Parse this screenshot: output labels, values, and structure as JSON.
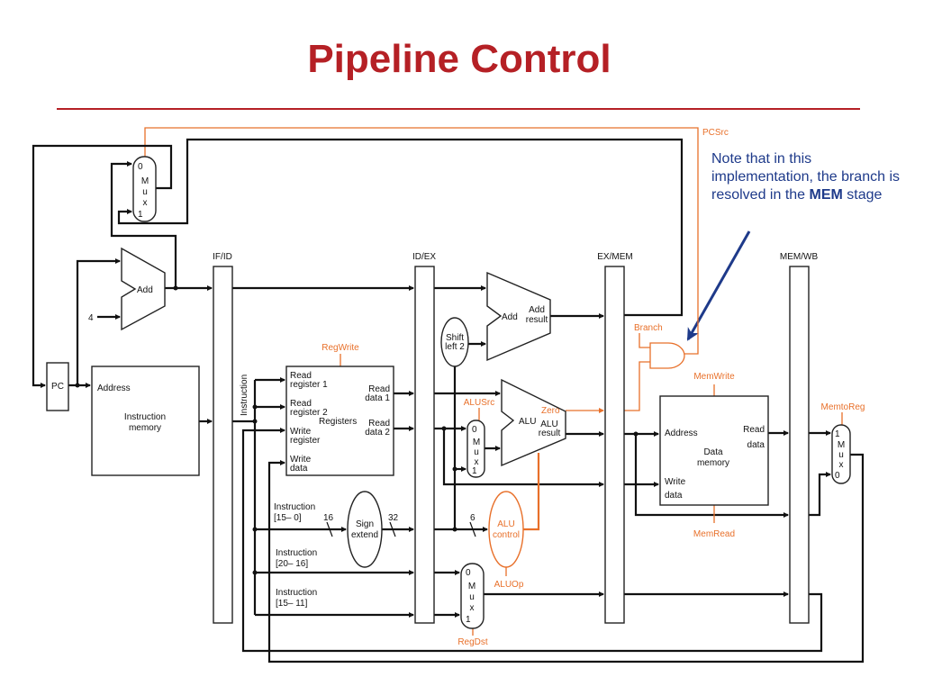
{
  "title": "Pipeline Control",
  "colors": {
    "title": "#b52025",
    "control": "#e8702a",
    "note": "#1e3a8a",
    "wire": "#111111"
  },
  "note": {
    "line1": "Note that in this",
    "line2": "implementation, the branch is",
    "line3_pre": "resolved in the ",
    "line3_bold": "MEM",
    "line3_post": " stage"
  },
  "registers": {
    "ifid": "IF/ID",
    "idex": "ID/EX",
    "exmem": "EX/MEM",
    "memwb": "MEM/WB"
  },
  "control": {
    "pcsrc": "PCSrc",
    "regwrite": "RegWrite",
    "alusrc": "ALUSrc",
    "zero": "Zero",
    "branch": "Branch",
    "memwrite": "MemWrite",
    "memread": "MemRead",
    "memtoreg": "MemtoReg",
    "aluop": "ALUOp",
    "regdst": "RegDst"
  },
  "labels": {
    "pc": "PC",
    "four": "4",
    "add": "Add",
    "address": "Address",
    "imem1": "Instruction",
    "imem2": "memory",
    "instruction": "Instruction",
    "rr1a": "Read",
    "rr1b": "register 1",
    "rr2a": "Read",
    "rr2b": "register 2",
    "wra": "Write",
    "wrb": "register",
    "wda": "Write",
    "wdb": "data",
    "registers": "Registers",
    "rd1a": "Read",
    "rd1b": "data 1",
    "rd2a": "Read",
    "rd2b": "data 2",
    "i150a": "Instruction",
    "i150b": "[15– 0]",
    "i2016a": "Instruction",
    "i2016b": "[20– 16]",
    "i1511a": "Instruction",
    "i1511b": "[15– 11]",
    "w16": "16",
    "w32": "32",
    "w6": "6",
    "signa": "Sign",
    "signb": "extend",
    "shifta": "Shift",
    "shiftb": "left 2",
    "addres_a": "Add",
    "addres_b": "result",
    "alu": "ALU",
    "alures_a": "ALU",
    "alures_b": "result",
    "aluctl_a": "ALU",
    "aluctl_b": "control",
    "dm_addr": "Address",
    "dm_rd_a": "Read",
    "dm_rd_b": "data",
    "dm_a": "Data",
    "dm_b": "memory",
    "dm_wd_a": "Write",
    "dm_wd_b": "data",
    "mux_m": "M",
    "mux_u": "u",
    "mux_x": "x",
    "zero": "0",
    "one": "1"
  }
}
